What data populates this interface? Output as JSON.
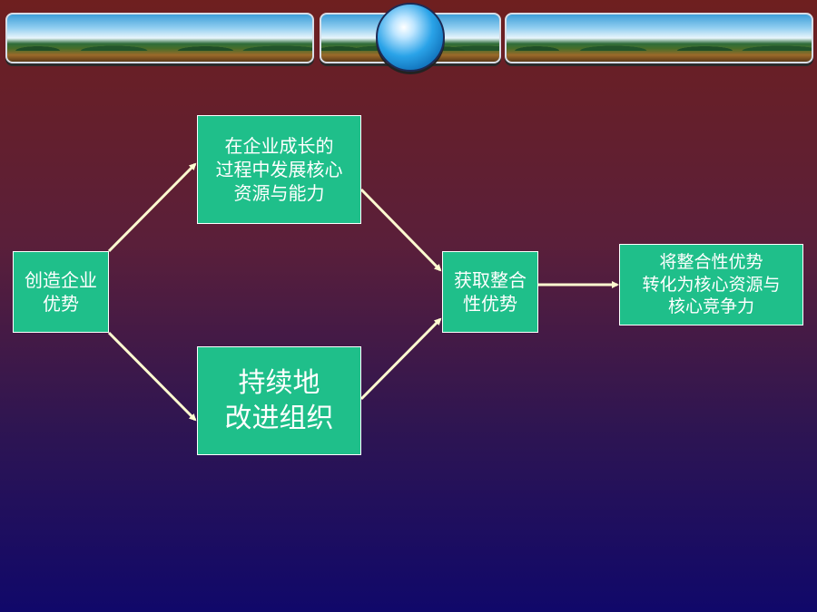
{
  "diagram": {
    "nodes": {
      "create": "创造企业\n优势",
      "develop": "在企业成长的\n过程中发展核心\n资源与能力",
      "improve": "持续地\n改进组织",
      "integrate": "获取整合\n性优势",
      "transform": "将整合性优势\n转化为核心资源与\n核心竞争力"
    },
    "edges": [
      [
        "create",
        "develop"
      ],
      [
        "create",
        "improve"
      ],
      [
        "develop",
        "integrate"
      ],
      [
        "improve",
        "integrate"
      ],
      [
        "integrate",
        "transform"
      ]
    ],
    "colors": {
      "node_fill": "#1fbf8a",
      "arrow": "#fffbd0"
    }
  }
}
